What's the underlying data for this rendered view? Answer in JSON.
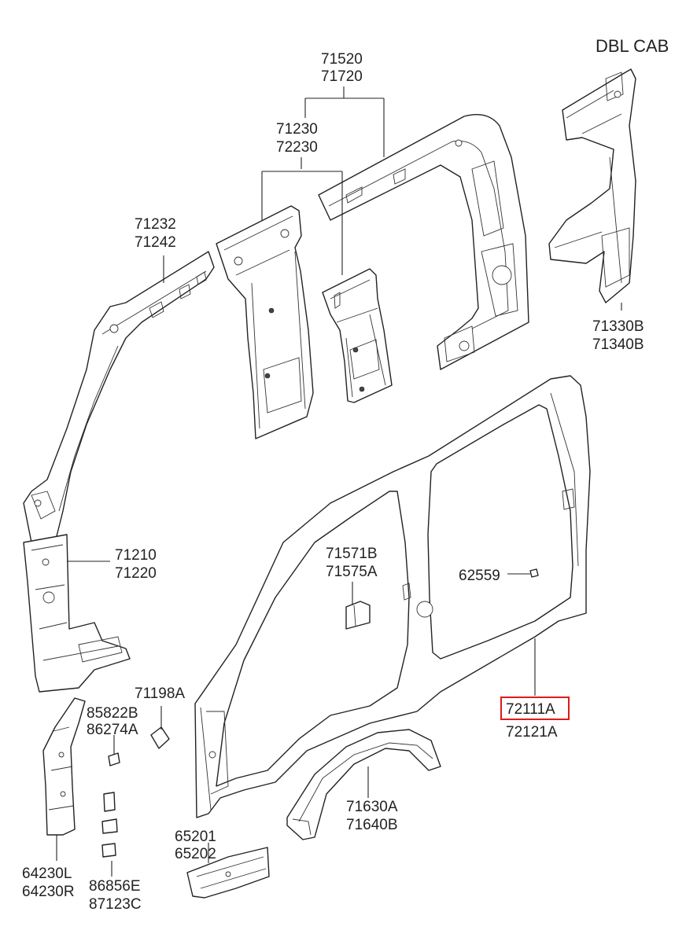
{
  "title": "DBL CAB",
  "callouts": {
    "roof_rail": [
      "71520",
      "71720"
    ],
    "pillar_inner": [
      "71230",
      "72230"
    ],
    "a_pillar": [
      "71232",
      "71242"
    ],
    "rear_pillar": [
      "71330B",
      "71340B"
    ],
    "front_pillar_lower": [
      "71210",
      "71220"
    ],
    "bracket": [
      "71571B",
      "71575A"
    ],
    "clip": [
      "62559"
    ],
    "side_outer": [
      "72111A",
      "72121A"
    ],
    "grommet": [
      "71198A"
    ],
    "nut_clips": [
      "85822B",
      "86274A"
    ],
    "wheel_house": [
      "71630A",
      "71640B"
    ],
    "rocker_reinf": [
      "65201",
      "65202"
    ],
    "inner_pillar": [
      "64230L",
      "64230R"
    ],
    "fasteners": [
      "86856E",
      "87123C"
    ]
  },
  "highlighted_part": "72111A",
  "highlight_color": "#e01a1a"
}
